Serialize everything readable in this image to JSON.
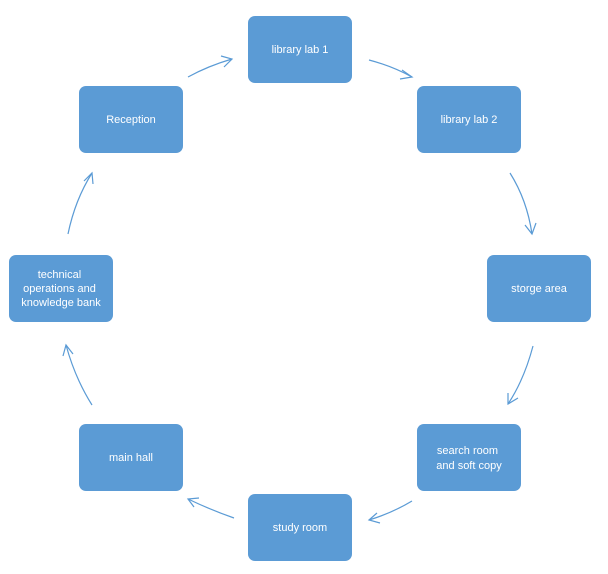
{
  "nodes": [
    {
      "id": "library-lab-1",
      "lines": [
        "library lab 1"
      ]
    },
    {
      "id": "library-lab-2",
      "lines": [
        "library lab 2"
      ]
    },
    {
      "id": "storge-area",
      "lines": [
        "storge area"
      ]
    },
    {
      "id": "search-room",
      "lines": [
        "search room",
        "and soft copy"
      ]
    },
    {
      "id": "study-room",
      "lines": [
        "study room"
      ]
    },
    {
      "id": "main-hall",
      "lines": [
        "main hall"
      ]
    },
    {
      "id": "technical-operations",
      "lines": [
        "technical",
        "operations  and",
        "knowledge bank"
      ]
    },
    {
      "id": "reception",
      "lines": [
        "Reception"
      ]
    }
  ],
  "edges": [
    {
      "from": "library-lab-1",
      "to": "library-lab-2"
    },
    {
      "from": "library-lab-2",
      "to": "storge-area"
    },
    {
      "from": "storge-area",
      "to": "search-room"
    },
    {
      "from": "search-room",
      "to": "study-room"
    },
    {
      "from": "study-room",
      "to": "main-hall"
    },
    {
      "from": "main-hall",
      "to": "technical-operations"
    },
    {
      "from": "technical-operations",
      "to": "reception"
    },
    {
      "from": "reception",
      "to": "library-lab-1"
    }
  ],
  "colors": {
    "node_fill": "#5b9bd5",
    "node_text": "#ffffff",
    "arrow": "#5b9bd5"
  }
}
